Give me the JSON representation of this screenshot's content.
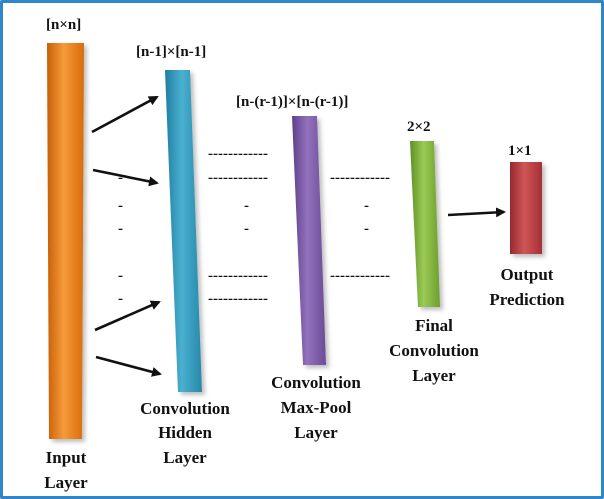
{
  "colors": {
    "frame": "#2f86c8",
    "input_layer": "#ef7d16",
    "conv_hidden_layer": "#2e95b8",
    "maxpool_layer": "#7a56a6",
    "final_conv_layer": "#7fb33a",
    "output_layer": "#b8383c"
  },
  "dims": {
    "input": "[n×n]",
    "conv_hidden": "[n-1]×[n-1]",
    "maxpool": "[n-(r-1)]×[n-(r-1)]",
    "final_conv": "2×2",
    "output": "1×1"
  },
  "labels": {
    "input": [
      "Input",
      "Layer"
    ],
    "conv_hidden": [
      "Convolution",
      "Hidden",
      "Layer"
    ],
    "maxpool": [
      "Convolution",
      "Max-Pool",
      "Layer"
    ],
    "final_conv": [
      "Final",
      "Convolution",
      "Layer"
    ],
    "output": [
      "Output",
      "Prediction"
    ]
  },
  "dashes": {
    "long": "------------",
    "short": "-"
  }
}
